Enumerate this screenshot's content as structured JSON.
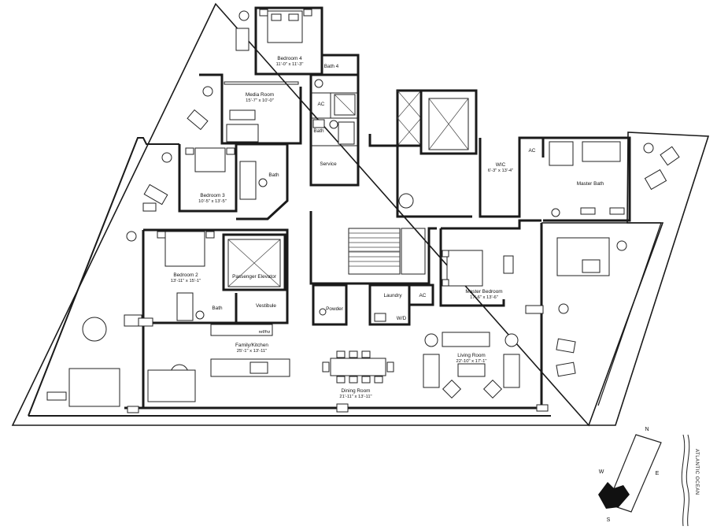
{
  "rooms": {
    "bedroom4": {
      "name": "Bedroom 4",
      "dims": "11'-0\" x 11'-3\""
    },
    "bath4": {
      "name": "Bath 4"
    },
    "media_room": {
      "name": "Media Room",
      "dims": "15'-7\" x 10'-0\""
    },
    "ac_service": {
      "name": "AC"
    },
    "bath_service": {
      "name": "Bath"
    },
    "service": {
      "name": "Service"
    },
    "bedroom3": {
      "name": "Bedroom 3",
      "dims": "10'-5\" x 13'-5\""
    },
    "bath3": {
      "name": "Bath"
    },
    "wic": {
      "name": "WIC",
      "dims": "6'-3\" x 13'-4\""
    },
    "ac_master": {
      "name": "AC"
    },
    "master_bath": {
      "name": "Master Bath"
    },
    "bedroom2": {
      "name": "Bedroom 2",
      "dims": "13'-11\" x 15'-1\""
    },
    "bath2": {
      "name": "Bath"
    },
    "passenger_elevator": {
      "name": "Passenger Elevator"
    },
    "vestibule": {
      "name": "Vestibule"
    },
    "powder": {
      "name": "Powder"
    },
    "laundry": {
      "name": "Laundry"
    },
    "wd": {
      "name": "W/D"
    },
    "ac_laundry": {
      "name": "AC"
    },
    "master_bedroom": {
      "name": "Master Bedroom",
      "dims": "17'-6\" x 13'-6\""
    },
    "refriz": {
      "name": "ref/frz"
    },
    "family_kitchen": {
      "name": "Family/Kitchen",
      "dims": "25'-1\" x 13'-11\""
    },
    "living_room": {
      "name": "Living Room",
      "dims": "22'-10\" x 17'-1\""
    },
    "dining_room": {
      "name": "Dining Room",
      "dims": "21'-11\" x 13'-11\""
    }
  },
  "compass": {
    "n": "N",
    "e": "E",
    "s": "S",
    "w": "W"
  },
  "ocean_label": "ATLANTIC OCEAN"
}
